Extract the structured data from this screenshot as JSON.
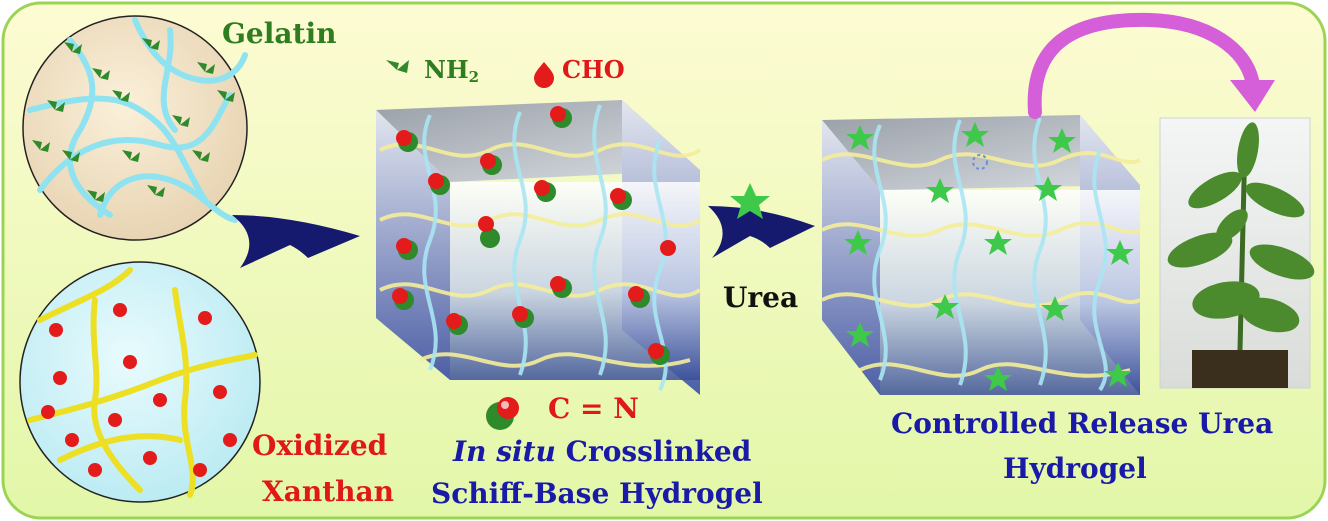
{
  "labels": {
    "gelatin": "Gelatin",
    "nh2_main": "NH",
    "nh2_sub": "2",
    "cho": "CHO",
    "cn": "C = N",
    "urea": "Urea",
    "oxidized": "Oxidized",
    "xanthan": "Xanthan",
    "insitu_italic": "In situ",
    "insitu_rest": " Crosslinked",
    "schiff": "Schiff-Base Hydrogel",
    "controlled": "Controlled Release Urea",
    "hydrogel": "Hydrogel"
  },
  "colors": {
    "background_top": "#fdfbd3",
    "background_bottom": "#e2f7a8",
    "frame_border": "#9bd455",
    "gelatin_strand": "#8fe3f0",
    "gelatin_group": "#2e8a2a",
    "xanthan_strand": "#ecdf24",
    "aldehyde_group": "#e41b1b",
    "arrow": "#161a6e",
    "urea_star": "#3fc94a",
    "curved_arrow": "#d55fd8"
  }
}
